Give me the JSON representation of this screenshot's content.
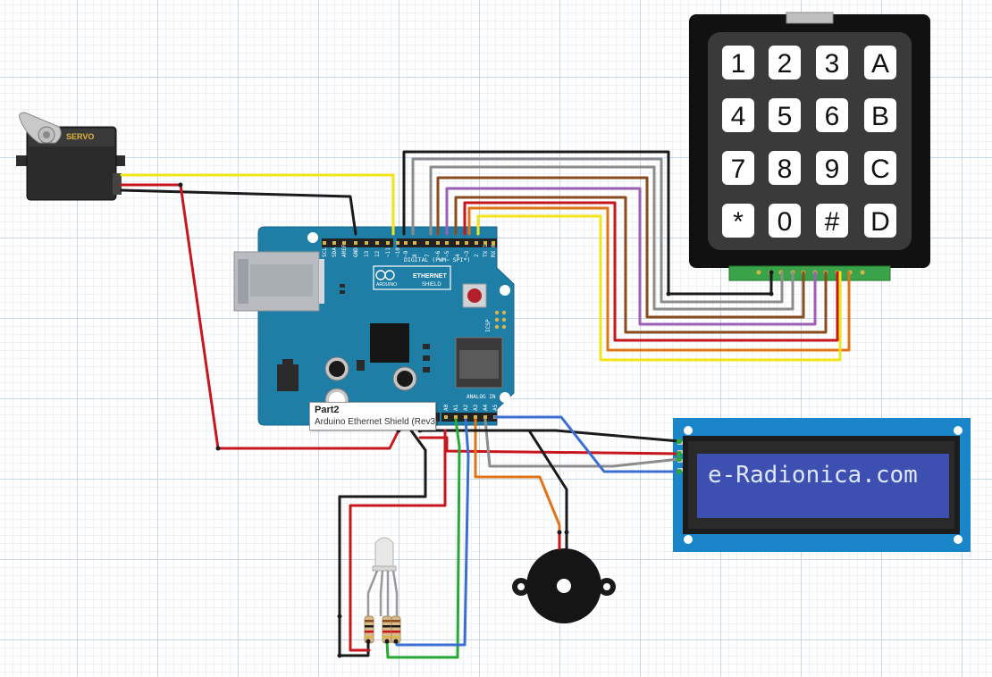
{
  "servo": {
    "label": "SERVO"
  },
  "shield": {
    "brand_line1": "ETHERNET",
    "brand_line2": "SHIELD",
    "maker": "ARDUINO",
    "digital_header": "DIGITAL (PWM~ SPI*)",
    "analog_header": "ANALOG IN",
    "icsp": "ICSP",
    "top_pins": [
      "SCL",
      "SDA",
      "AREF",
      "GND",
      "13",
      "12",
      "~11",
      "~10",
      "~9",
      "8",
      "7",
      "~6",
      "~5",
      "4",
      "~3",
      "2",
      "TX 1",
      "RX 0"
    ],
    "bottom_pins": [
      "A0",
      "A1",
      "A2",
      "A3",
      "A4",
      "A5"
    ]
  },
  "keypad": {
    "keys": [
      "1",
      "2",
      "3",
      "A",
      "4",
      "5",
      "6",
      "B",
      "7",
      "8",
      "9",
      "C",
      "*",
      "0",
      "#",
      "D"
    ]
  },
  "lcd": {
    "text": "e-Radionica.com"
  },
  "tooltip": {
    "title": "Part2",
    "subtitle": "Arduino Ethernet Shield (Rev3)"
  },
  "colors": {
    "shield": "#1f7ea6",
    "lcd_board": "#1a85c9",
    "lcd_screen": "#3d4fb0",
    "wire_red": "#c8161d",
    "wire_black": "#1a1a1a",
    "wire_yellow": "#f2e51a",
    "wire_green": "#27a935",
    "wire_blue": "#3a6fd1",
    "wire_gray": "#8c8c8c",
    "wire_brown": "#8a4b1f",
    "wire_purple": "#9b5fb5",
    "wire_orange": "#e0741a"
  }
}
